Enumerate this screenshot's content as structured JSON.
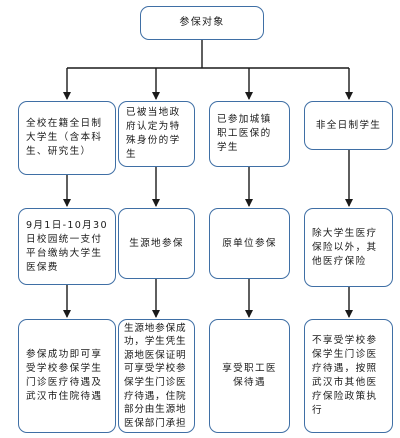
{
  "root": {
    "text": "参保对象"
  },
  "columns": [
    {
      "category": "全校在籍全日制大学生（含本科生、研究生）",
      "method": "9月1日-10月30日校园统一支付平台缴纳大学生医保费",
      "result": "参保成功即可享受学校参保学生门诊医疗待遇及武汉市住院待遇"
    },
    {
      "category": "已被当地政府认定为特殊身份的学生",
      "method": "生源地参保",
      "result": "生源地参保成功，学生凭生源地医保证明可享受学校参保学生门诊医疗待遇，住院部分由生源地医保部门承担"
    },
    {
      "category": "已参加城镇职工医保的学生",
      "method": "原单位参保",
      "result": "享受职工医保待遇"
    },
    {
      "category": "非全日制学生",
      "method": "除大学生医疗保险以外，其他医疗保险",
      "result": "不享受学校参保学生门诊医疗待遇，按照武汉市其他医疗保险政策执行"
    }
  ],
  "colors": {
    "border": "#3f6fa5",
    "arrow": "#1a1a1a",
    "text": "#1a1a1a"
  }
}
